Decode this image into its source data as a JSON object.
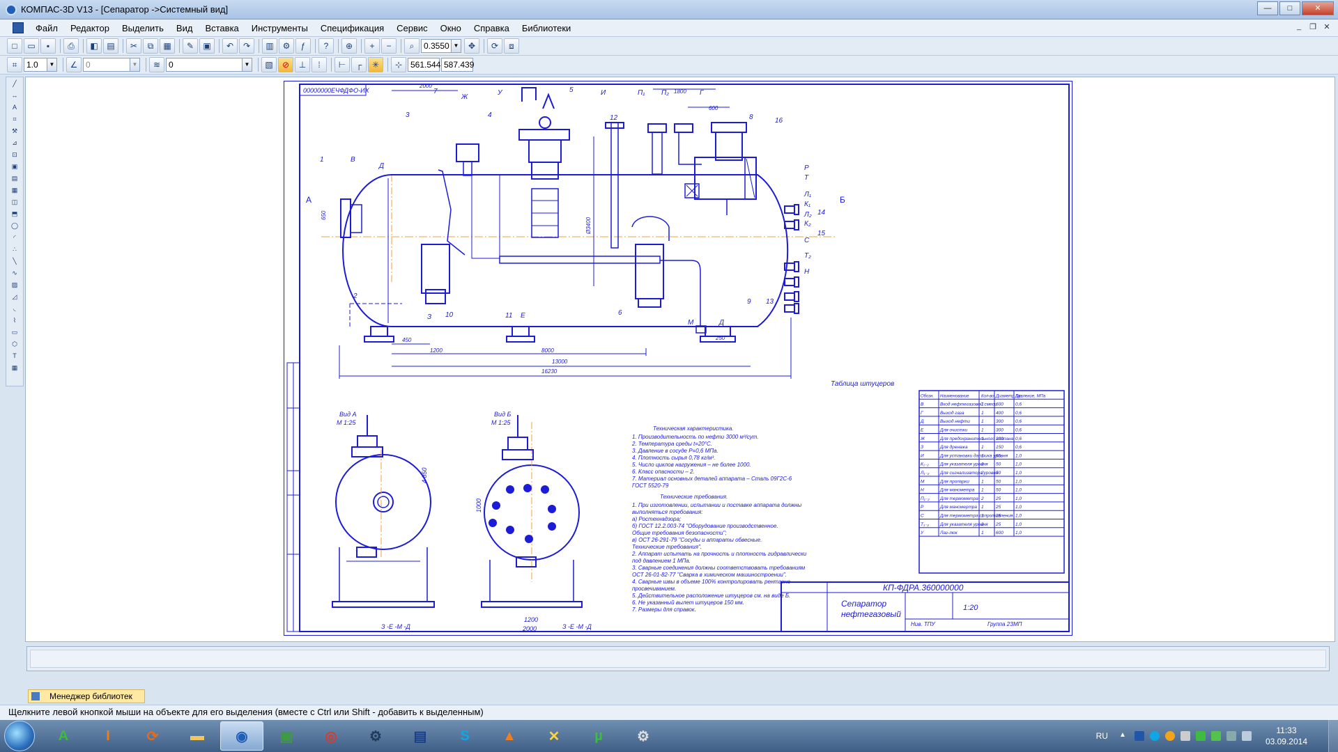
{
  "window": {
    "title": "КОМПАС-3D V13 - [Сепаратор ->Системный вид]",
    "min": "—",
    "max": "□",
    "close": "✕"
  },
  "menu": [
    "Файл",
    "Редактор",
    "Выделить",
    "Вид",
    "Вставка",
    "Инструменты",
    "Спецификация",
    "Сервис",
    "Окно",
    "Справка",
    "Библиотеки"
  ],
  "toolbar": {
    "zoom_value": "0.3550",
    "step_value": "1.0",
    "angle_value": "0",
    "layer_value": "0",
    "coord_x": "561.544",
    "coord_y": "587.439"
  },
  "drawing": {
    "stamp_code": "00000000ЕЧФДФО-ИХ",
    "designation": "КП-ФДРА.360000000",
    "name": [
      "Сепаратор",
      "нефтегазовый"
    ],
    "scale": "1:20",
    "org": [
      "Нив. ТПУ",
      "Группа 2ЗМП"
    ],
    "view_a": "Вид А",
    "view_a_scale": "М 1:25",
    "view_b": "Вид Б",
    "view_b_scale": "М 1:25",
    "arrow_a": "А",
    "arrow_b": "Б",
    "view_a_note": "З -Е -М -Д",
    "view_b_note": "З -Е -М -Д",
    "dims": {
      "d2000": "2000",
      "d1800": "1800",
      "d600": "600",
      "d650": "650",
      "d450": "450",
      "d1200": "1200",
      "d8000": "8000",
      "d13000": "13000",
      "d16230": "16230",
      "d250": "250",
      "d3400": "Ø3400",
      "d4850": "4 850",
      "d1000": "1000",
      "d2000b": "2000",
      "d1200b": "1200"
    },
    "labels_top": [
      "7",
      "Ж",
      "У",
      "5",
      "И",
      "12",
      "П₁",
      "П₂",
      "Г",
      "8",
      "16",
      "3",
      "4",
      "1",
      "В",
      "Д"
    ],
    "labels_right": [
      "Р",
      "Т",
      "Л₁",
      "К₁",
      "14",
      "К₂",
      "15",
      "Л₂",
      "С",
      "Т₂",
      "Н"
    ],
    "labels_bottom": [
      "2",
      "10",
      "З",
      "11",
      "Е",
      "6",
      "М",
      "Д",
      "9",
      "13"
    ],
    "tech_title": "Техническая характеристика.",
    "tech_lines": [
      "1. Производительность по нефти 3000 м³/сут.",
      "2. Температура среды t=20°С.",
      "3. Давление в сосуде Р=0,6 МПа.",
      "4. Плотность сырья 0,78 кг/м³.",
      "5. Число циклов нагружения – не более 1000.",
      "6. Класс опасности – 2.",
      "7. Материал основных деталей аппарата – Сталь 09Г2С-6",
      "    ГОСТ 5520-79"
    ],
    "req_title": "Технические требования.",
    "req_lines": [
      "1. При изготовлении, испытании и поставке аппарата должны",
      "   выполняться требования:",
      "   а) Ростехнадзора;",
      "   б) ГОСТ 12.2.003-74 \"Оборудование производственное.",
      "   Общие требования безопасности\";",
      "   в) ОСТ 26-291-79 \"Сосуды и аппараты обвесные.",
      "   Технические требования\".",
      "2. Аппарат испытать на прочность и плотность гидравлически",
      "   под давлением 1 МПа.",
      "3. Сварные соединения должны соответствовать требованиям",
      "   ОСТ 26-01-82-77 \"Сварка в химическом машиностроении\".",
      "4. Сварные швы в объеме 100% контролировать рентгено-",
      "   просвечиванием.",
      "5. Действительное расположение штуцеров см. на виде Б.",
      "6. Не указанный вылет штуцеров 150 мм.",
      "7. Размеры для справок."
    ],
    "nozzle_table_title": "Таблица штуцеров",
    "nozzle_headers": [
      "Обозн.",
      "Наименование",
      "Кол-во",
      "Диаметр Dу",
      "Давление, МПа"
    ],
    "nozzle_rows": [
      [
        "В",
        "Вход нефтегазовой смеси",
        "1",
        "600",
        "0,6"
      ],
      [
        "Г",
        "Выход газа",
        "1",
        "400",
        "0,6"
      ],
      [
        "Д",
        "Выход нефти",
        "1",
        "300",
        "0,6"
      ],
      [
        "Е",
        "Для очистки",
        "1",
        "300",
        "0,6"
      ],
      [
        "Ж",
        "Для предохранительного клапана",
        "1",
        "200",
        "0,6"
      ],
      [
        "З",
        "Для дренажа",
        "1",
        "150",
        "0,6"
      ],
      [
        "И",
        "Для установки датчика уровня",
        "1",
        "65",
        "1,0"
      ],
      [
        "К₁₋₂",
        "Для указателя уровня",
        "2",
        "50",
        "1,0"
      ],
      [
        "Л₁₋₂",
        "Для сигнализатора уровня",
        "2",
        "50",
        "1,0"
      ],
      [
        "М",
        "Для пропарки",
        "1",
        "50",
        "1,0"
      ],
      [
        "Н",
        "Для манометра",
        "1",
        "50",
        "1,0"
      ],
      [
        "П₁₋₂",
        "Для термометра",
        "2",
        "25",
        "1,0"
      ],
      [
        "Р",
        "Для маномертра",
        "1",
        "25",
        "1,0"
      ],
      [
        "С",
        "Для термометра сопротивления",
        "1",
        "25",
        "1,0"
      ],
      [
        "Т₁₋₂",
        "Для указателя уровня",
        "2",
        "25",
        "1,0"
      ],
      [
        "У",
        "Лаз-люк",
        "1",
        "600",
        "1,0"
      ]
    ]
  },
  "library_tab": "Менеджер библиотек",
  "status": "Щелкните левой кнопкой мыши на объекте для его выделения (вместе с Ctrl или Shift - добавить к выделенным)",
  "taskbar": {
    "lang": "RU",
    "time": "11:33",
    "date": "03.09.2014"
  }
}
